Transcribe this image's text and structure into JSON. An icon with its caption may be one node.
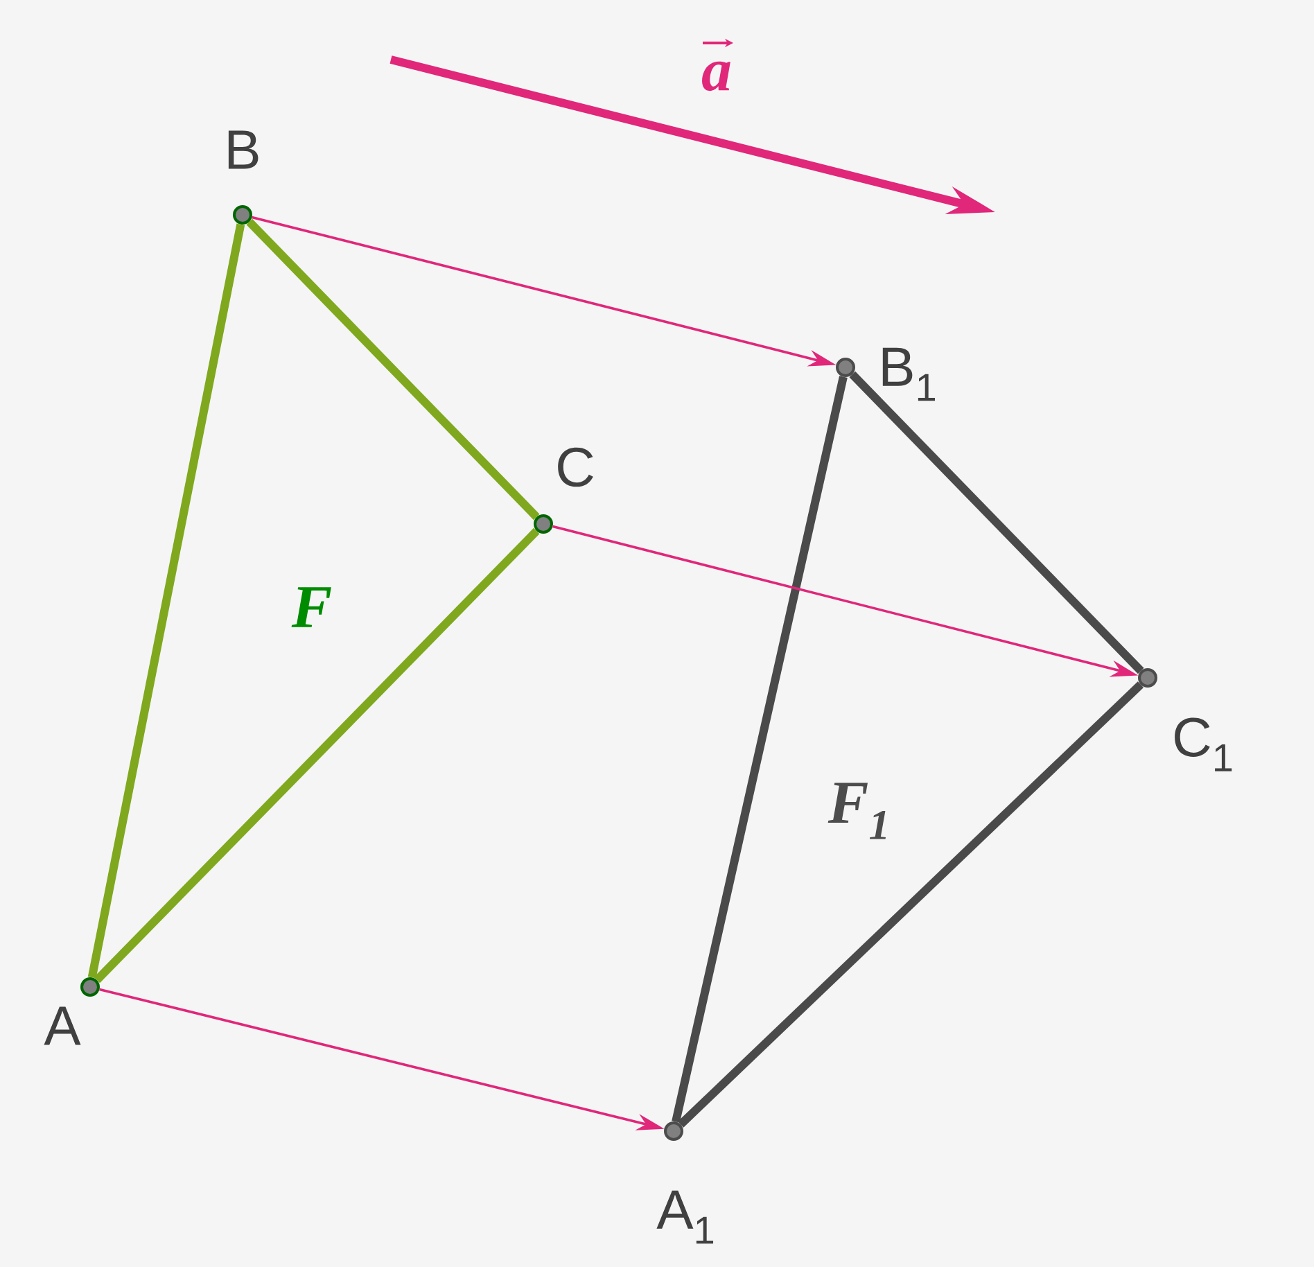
{
  "diagram": {
    "nodes": [
      {
        "text": [
          "A"
        ]
      },
      {
        "text": [
          "B"
        ]
      },
      {
        "text": [
          "C"
        ]
      },
      {
        "text": [
          "A$_{1}$"
        ]
      },
      {
        "text": [
          "B$_{1}$"
        ]
      },
      {
        "text": [
          "C$_{1}$"
        ]
      }
    ],
    "edges": [
      {
        "from": 0,
        "to": 1,
        "arrow": "none",
        "color": "#7fa81e"
      },
      {
        "from": 1,
        "to": 2,
        "arrow": "none",
        "color": "#7fa81e"
      },
      {
        "from": 2,
        "to": 0,
        "arrow": "none",
        "color": "#7fa81e"
      },
      {
        "from": 3,
        "to": 4,
        "arrow": "none",
        "color": "#4a4a4a"
      },
      {
        "from": 4,
        "to": 5,
        "arrow": "none",
        "color": "#4a4a4a"
      },
      {
        "from": 5,
        "to": 3,
        "arrow": "none",
        "color": "#4a4a4a"
      },
      {
        "from": 0,
        "to": 3,
        "arrow": "to",
        "color": "#e0277a"
      },
      {
        "from": 1,
        "to": 4,
        "arrow": "to",
        "color": "#e0277a"
      },
      {
        "from": 2,
        "to": 5,
        "arrow": "to",
        "color": "#e0277a"
      }
    ],
    "labels": [
      "a",
      "F",
      "F$_{1}$"
    ]
  }
}
